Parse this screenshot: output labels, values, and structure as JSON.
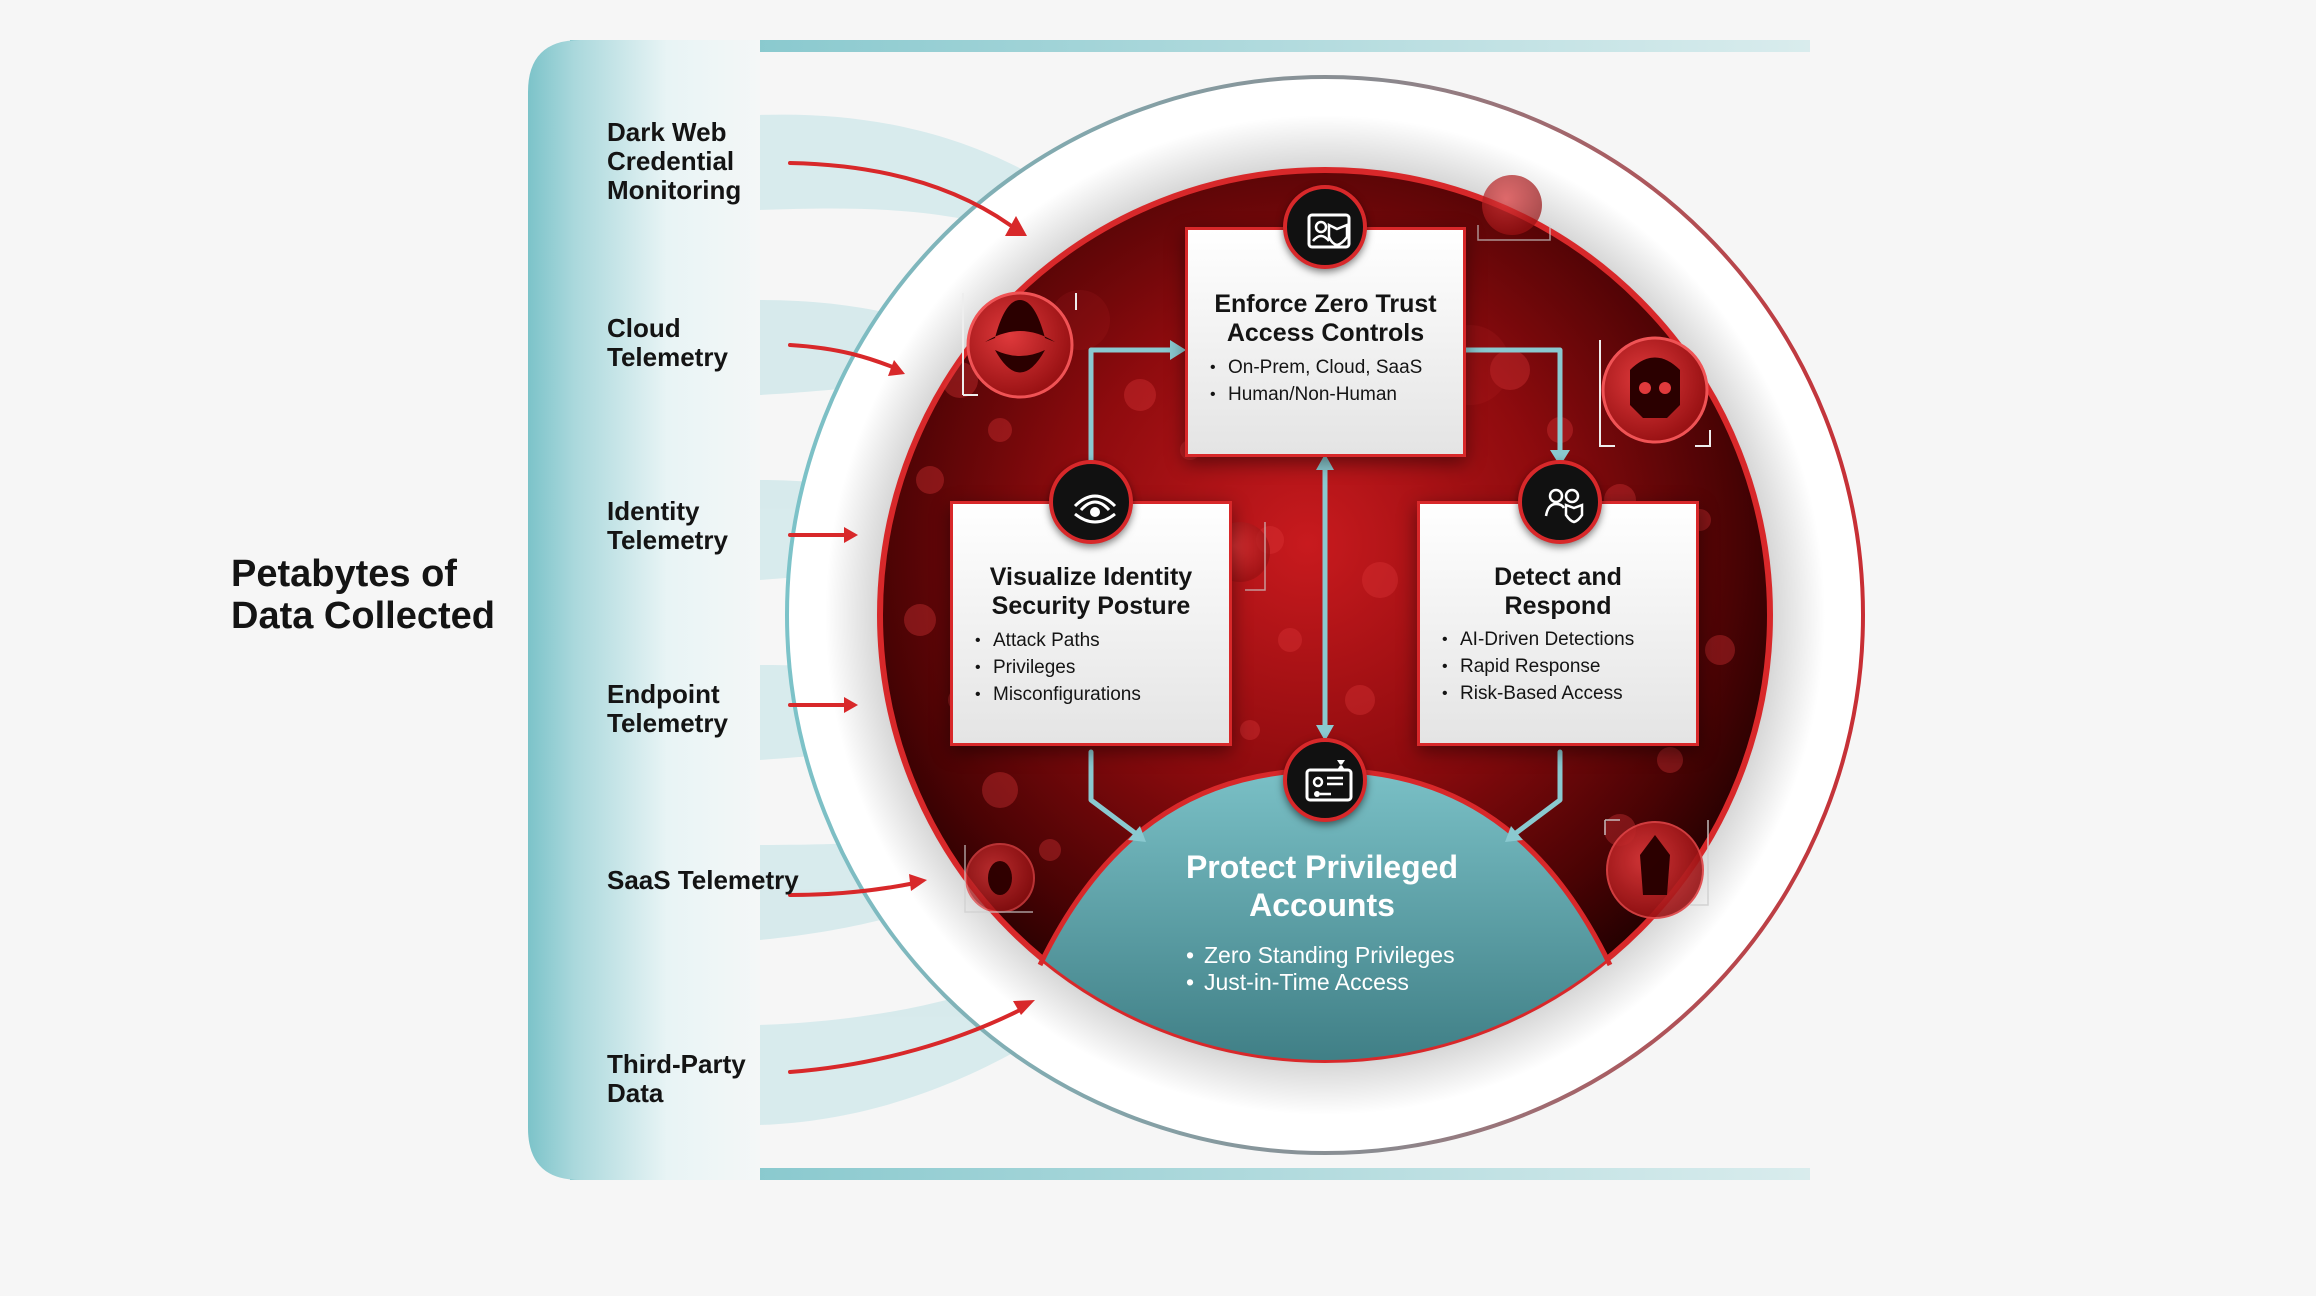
{
  "headline": "Petabytes of\nData Collected",
  "sources": [
    "Dark Web Credential Monitoring",
    "Cloud Telemetry",
    "Identity Telemetry",
    "Endpoint Telemetry",
    "SaaS Telemetry",
    "Third-Party Data"
  ],
  "cards": {
    "enforce": {
      "title": "Enforce Zero Trust Access Controls",
      "items": [
        "On-Prem, Cloud, SaaS",
        "Human/Non-Human"
      ]
    },
    "visualize": {
      "title": "Visualize Identity Security Posture",
      "items": [
        "Attack Paths",
        "Privileges",
        "Misconfigurations"
      ]
    },
    "detect": {
      "title": "Detect and Respond",
      "items": [
        "AI-Driven Detections",
        "Rapid Response",
        "Risk-Based Access"
      ]
    }
  },
  "protect": {
    "title": "Protect Privileged Accounts",
    "items": [
      "Zero Standing Privileges",
      "Just-in-Time Access"
    ]
  },
  "icons": {
    "enforce": "id-card-shield-icon",
    "visualize": "radar-eye-icon",
    "detect": "users-shield-icon",
    "protect": "id-card-key-icon",
    "threats": [
      "cowboy-adversary-icon",
      "skull-adversary-icon",
      "spider-adversary-icon",
      "bear-adversary-icon",
      "horned-adversary-icon"
    ]
  },
  "colors": {
    "teal": "#7cc3c9",
    "red": "#d8282a",
    "dark_red": "#3a0303",
    "white": "#ffffff"
  }
}
